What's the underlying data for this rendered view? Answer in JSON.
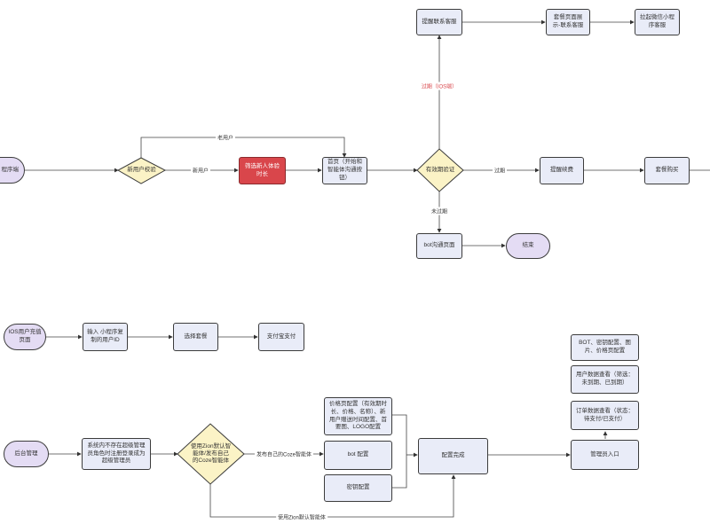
{
  "nodes": {
    "wx_start": "程序端",
    "user_check": "新用户校验",
    "red_box": "筛选新人体验时长",
    "home": "首页（开始和智能体沟通按钮）",
    "validity": "有效期验证",
    "remind_contact": "提醒联系客服",
    "pkg_page": "套餐页面展示-联系客服",
    "pull_mini": "拉起微信小程序客服",
    "remind_renew": "提醒续费",
    "pkg_buy": "套餐购买",
    "bot_page": "bot沟通页面",
    "end": "结束",
    "ios_start": "IOS用户充值页面",
    "input_id": "输入 小程序复制的用户ID",
    "select_pkg": "选择套餐",
    "alipay": "支付宝支付",
    "admin_start": "后台管理",
    "sys_register": "系统内不存在超级管理员角色时注册登录成为超级管理员",
    "coze_choice": "使用Zion默认智能体/发布自己的Coze智能体",
    "price_cfg": "价格页配置（有效期时长、价格、名称）、新用户赠送时间配置、首要图、LOGO配置",
    "bot_cfg": "bot 配置",
    "sell_cfg": "密钥配置",
    "cfg_done": "配置完成",
    "admin_entry": "管理员入口",
    "bot_key_cfg": "BOT、密钥配置、图片、价格页配置",
    "user_data": "用户数据查看（筛选：未到期、已到期）",
    "order_data": "订单数据查看（状态：待支付/已支付）"
  },
  "edges": {
    "old_user": "老用户",
    "new_user": "新用户",
    "expired_ios": "过期（IOS端）",
    "expired": "过期",
    "not_expired": "未过期",
    "publish_coze": "发布自己的Coze智能体",
    "use_zion": "使用Zion默认智能体"
  },
  "colors": {
    "rect_fill": "#e9ecf8",
    "pill_fill": "#e4dcf4",
    "diamond_fill": "#fbf3c6",
    "red_fill": "#d9464b",
    "stroke": "#3c3c3c"
  }
}
